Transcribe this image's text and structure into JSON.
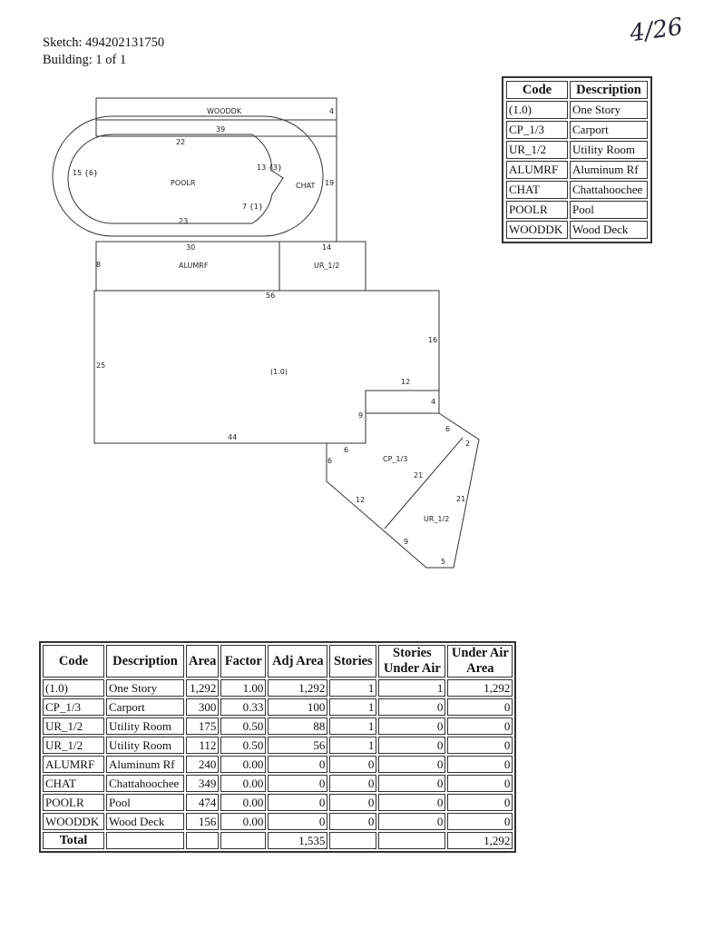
{
  "header": {
    "sketch": "Sketch: 494202131750",
    "building": "Building: 1 of 1"
  },
  "hand_note": "4/26",
  "legend": {
    "headers": [
      "Code",
      "Description"
    ],
    "rows": [
      [
        "(1.0)",
        "One Story"
      ],
      [
        "CP_1/3",
        "Carport"
      ],
      [
        "UR_1/2",
        "Utility Room"
      ],
      [
        "ALUMRF",
        "Aluminum Rf"
      ],
      [
        "CHAT",
        "Chattahoochee"
      ],
      [
        "POOLR",
        "Pool"
      ],
      [
        "WOODDK",
        "Wood Deck"
      ]
    ]
  },
  "sketch": {
    "area_labels": {
      "wooddk": "WOODDK",
      "poolr": "POOLR",
      "chat": "CHAT",
      "alumrf": "ALUMRF",
      "ur_top": "UR_1/2",
      "main": "(1.0)",
      "cp": "CP_1/3",
      "ur_bottom": "UR_1/2"
    },
    "dimensions": {
      "d4a": "4",
      "d39": "39",
      "d22": "22",
      "d13": "13 {3}",
      "d15": "15 {6}",
      "d19": "19",
      "d7": "7 {1}",
      "d23": "23",
      "d30": "30",
      "d14": "14",
      "d8": "8",
      "d56": "56",
      "d16": "16",
      "d25": "25",
      "d12a": "12",
      "d4b": "4",
      "d9a": "9",
      "d6a": "6",
      "d44": "44",
      "d2": "2",
      "d6b": "6",
      "d6c": "6",
      "d21a": "21",
      "d21b": "21",
      "d12b": "12",
      "d9b": "9",
      "d5": "5"
    }
  },
  "areas_table": {
    "headers": [
      "Code",
      "Description",
      "Area",
      "Factor",
      "Adj Area",
      "Stories",
      "Stories Under Air",
      "Under Air Area"
    ],
    "rows": [
      [
        "(1.0)",
        "One Story",
        "1,292",
        "1.00",
        "1,292",
        "1",
        "1",
        "1,292"
      ],
      [
        "CP_1/3",
        "Carport",
        "300",
        "0.33",
        "100",
        "1",
        "0",
        "0"
      ],
      [
        "UR_1/2",
        "Utility Room",
        "175",
        "0.50",
        "88",
        "1",
        "0",
        "0"
      ],
      [
        "UR_1/2",
        "Utility Room",
        "112",
        "0.50",
        "56",
        "1",
        "0",
        "0"
      ],
      [
        "ALUMRF",
        "Aluminum Rf",
        "240",
        "0.00",
        "0",
        "0",
        "0",
        "0"
      ],
      [
        "CHAT",
        "Chattahoochee",
        "349",
        "0.00",
        "0",
        "0",
        "0",
        "0"
      ],
      [
        "POOLR",
        "Pool",
        "474",
        "0.00",
        "0",
        "0",
        "0",
        "0"
      ],
      [
        "WOODDK",
        "Wood Deck",
        "156",
        "0.00",
        "0",
        "0",
        "0",
        "0"
      ]
    ],
    "total": {
      "label": "Total",
      "adj_area": "1,535",
      "under_air_area": "1,292"
    }
  }
}
